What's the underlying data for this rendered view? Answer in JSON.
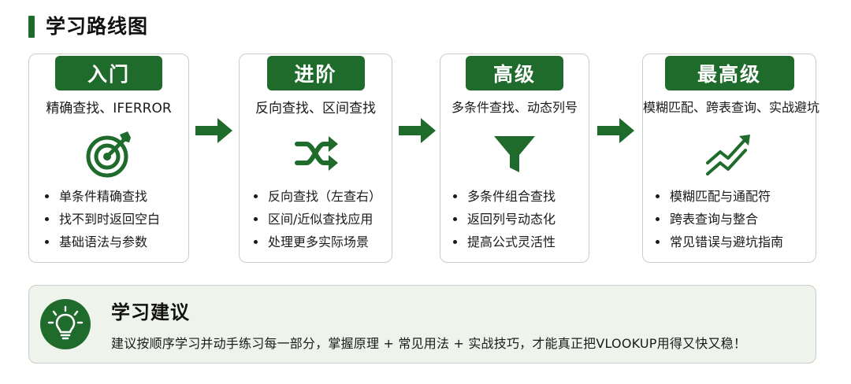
{
  "page": {
    "title": "学习路线图"
  },
  "stages": [
    {
      "badge": "入门",
      "subtitle": "精确查找、IFERROR",
      "icon": "target-icon",
      "bullets": [
        "单条件精确查找",
        "找不到时返回空白",
        "基础语法与参数"
      ]
    },
    {
      "badge": "进阶",
      "subtitle": "反向查找、区间查找",
      "icon": "shuffle-icon",
      "bullets": [
        "反向查找（左查右）",
        "区间/近似查找应用",
        "处理更多实际场景"
      ]
    },
    {
      "badge": "高级",
      "subtitle": "多条件查找、动态列号",
      "icon": "funnel-icon",
      "bullets": [
        "多条件组合查找",
        "返回列号动态化",
        "提高公式灵活性"
      ]
    },
    {
      "badge": "最高级",
      "subtitle": "模糊匹配、跨表查询、实战避坑",
      "icon": "trend-up-icon",
      "bullets": [
        "模糊匹配与通配符",
        "跨表查询与整合",
        "常见错误与避坑指南"
      ]
    }
  ],
  "tip": {
    "icon": "lightbulb-icon",
    "title": "学习建议",
    "text": "建议按顺序学习并动手练习每一部分，掌握原理 + 常见用法 + 实战技巧，才能真正把VLOOKUP用得又快又稳！"
  },
  "colors": {
    "accent": "#1f6b2c",
    "border": "#c9cfc6",
    "tip_background": "#eef3eb"
  }
}
